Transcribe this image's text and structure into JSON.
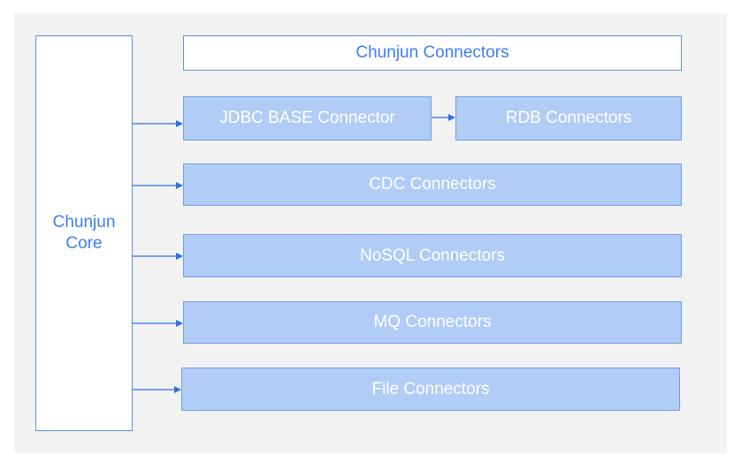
{
  "diagram": {
    "core": {
      "line1": "Chunjun",
      "line2": "Core"
    },
    "header": "Chunjun Connectors",
    "connectors": {
      "jdbc_base": "JDBC BASE Connector",
      "rdb": "RDB Connectors",
      "cdc": "CDC Connectors",
      "nosql": "NoSQL Connectors",
      "mq": "MQ Connectors",
      "file": "File Connectors"
    },
    "colors": {
      "background": "#f2f2f2",
      "accent": "#3d7ef0",
      "connector_fill": "#b1ccf6",
      "arrow": "#2f6fe4"
    }
  }
}
